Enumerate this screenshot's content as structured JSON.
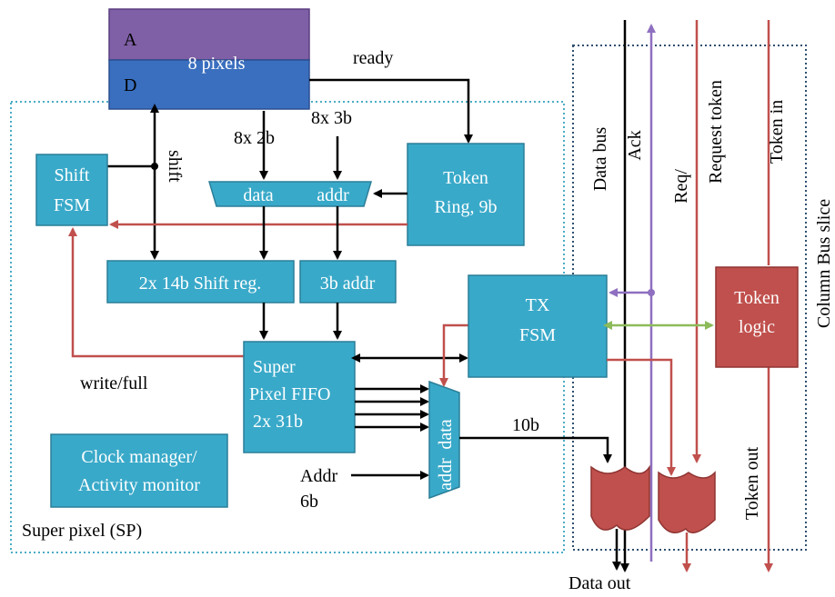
{
  "pixels": {
    "analog": "A",
    "digital": "D",
    "title": "8 pixels"
  },
  "blocks": {
    "shift_fsm": [
      "Shift",
      "FSM"
    ],
    "token_ring": [
      "Token",
      "Ring, 9b"
    ],
    "mux_data": "data",
    "mux_addr": "addr",
    "shift_reg": "2x 14b  Shift reg.",
    "addr_reg": "3b addr",
    "tx_fsm": [
      "TX",
      "FSM"
    ],
    "fifo": [
      "Super",
      "Pixel FIFO",
      "2x 31b"
    ],
    "out_mux_data": "data",
    "out_mux_addr": "addr",
    "clock_manager": [
      "Clock manager/",
      "Activity monitor"
    ],
    "token_logic": [
      "Token",
      "logic"
    ]
  },
  "labels": {
    "ready": "ready",
    "bus_8x2b": "8x 2b",
    "bus_8x3b": "8x 3b",
    "shift": "shift",
    "write_full": "write/full",
    "bus_10b": "10b",
    "addr_in": [
      "Addr",
      "6b"
    ],
    "super_pixel": "Super pixel (SP)",
    "data_out": "Data out",
    "column_bus_slice": "Column Bus slice",
    "data_bus": "Data bus",
    "ack": "Ack",
    "req": "Req/",
    "request_token": "Request token",
    "token_in": "Token in",
    "token_out": "Token out"
  },
  "colors": {
    "block": "#39a9c9",
    "block_border": "#2b7f98",
    "pixel_analog": "#7f5fa5",
    "pixel_digital": "#3a6fbf",
    "token_logic": "#c0504d",
    "or_gate": "#c0504d",
    "red_line": "#c0504d",
    "purple_line": "#8e6fc0",
    "green_line": "#8cbb5a",
    "sp_border": "#4bacc6",
    "bus_border": "#2f4f6f"
  }
}
